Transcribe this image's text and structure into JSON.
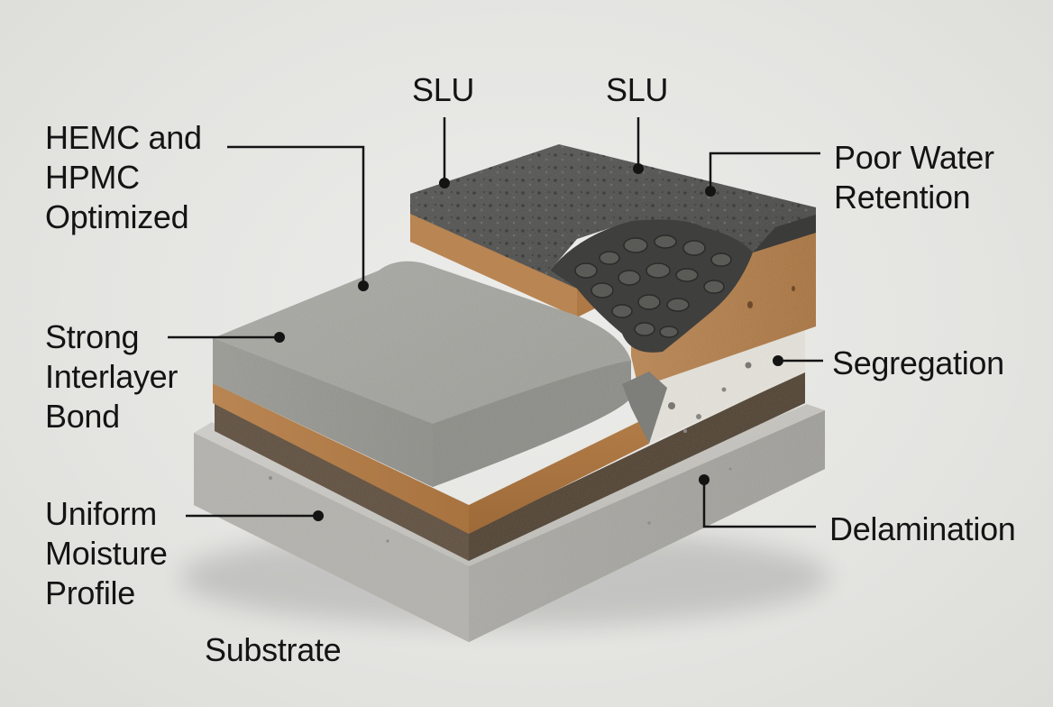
{
  "diagram": {
    "labels": {
      "slu_left": "SLU",
      "slu_right": "SLU",
      "hemc_hpmc": [
        "HEMC and",
        "HPMC",
        "Optimized"
      ],
      "poor_water_retention": [
        "Poor Water",
        "Retention"
      ],
      "strong_interlayer_bond": [
        "Strong",
        "Interlayer",
        "Bond"
      ],
      "segregation": "Segregation",
      "uniform_moisture_profile": [
        "Uniform",
        "Moisture",
        "Profile"
      ],
      "delamination": "Delamination",
      "substrate": "Substrate"
    },
    "colors": {
      "background": "#e6e6e3",
      "substrate_concrete": "#bdbcb7",
      "dark_base_layer": "#5a4a3a",
      "orange_primer_layer": "#b07a47",
      "smooth_slu_layer": "#a3a39e",
      "porous_slu_layer": "#4a4a48",
      "segregated_white_layer": "#e8e6df",
      "label_text": "#141414"
    }
  }
}
